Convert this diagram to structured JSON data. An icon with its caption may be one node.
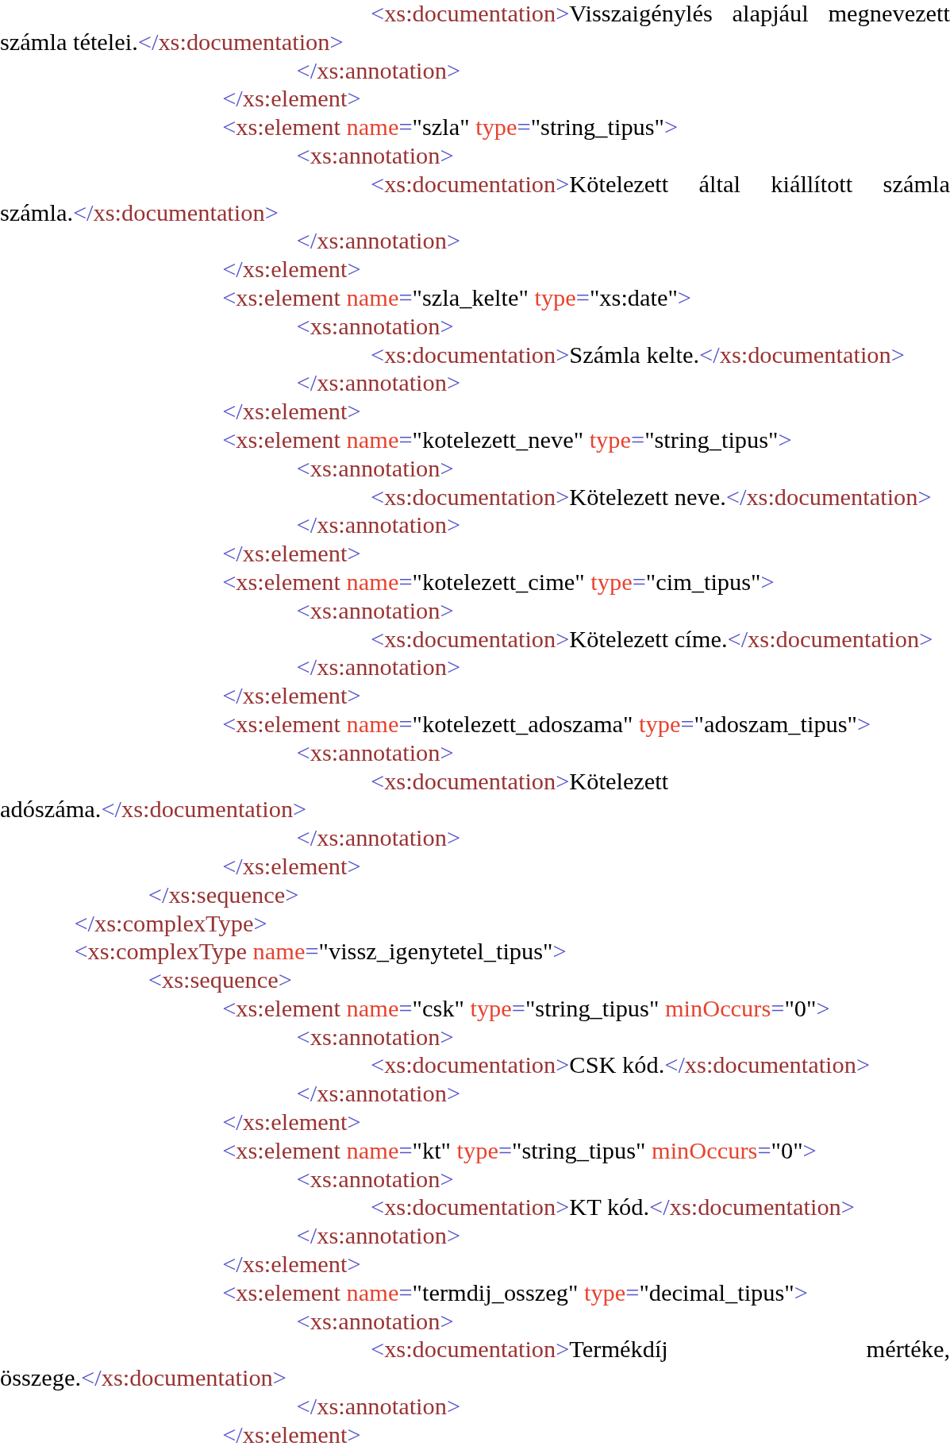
{
  "diagram": {
    "labels": [
      "<xs:documentation>Visszaigénylés alapjául megnevezett",
      "számla tételei.</xs:documentation>",
      "</xs:annotation>",
      "</xs:element>",
      "<xs:element name=\"szla\" type=\"string_tipus\">",
      "<xs:annotation>",
      "<xs:documentation>Kötelezett által kiállított számla",
      "számla.</xs:documentation>",
      "</xs:annotation>",
      "</xs:element>",
      "<xs:element name=\"szla_kelte\" type=\"xs:date\">",
      "<xs:annotation>",
      "<xs:documentation>Számla kelte.</xs:documentation>",
      "</xs:annotation>",
      "</xs:element>",
      "<xs:element name=\"kotelezett_neve\" type=\"string_tipus\">",
      "<xs:annotation>",
      "<xs:documentation>Kötelezett neve.</xs:documentation>",
      "</xs:annotation>",
      "</xs:element>",
      "<xs:element name=\"kotelezett_cime\" type=\"cim_tipus\">",
      "<xs:annotation>",
      "<xs:documentation>Kötelezett címe.</xs:documentation>",
      "</xs:annotation>",
      "</xs:element>",
      "<xs:element name=\"kotelezett_adoszama\" type=\"adoszam_tipus\">",
      "<xs:annotation>",
      "<xs:documentation>Kötelezett",
      "adószáma.</xs:documentation>",
      "</xs:annotation>",
      "</xs:element>",
      "</xs:sequence>",
      "</xs:complexType>",
      "<xs:complexType name=\"vissz_igenytetel_tipus\">",
      "<xs:sequence>",
      "<xs:element name=\"csk\" type=\"string_tipus\" minOccurs=\"0\">",
      "<xs:annotation>",
      "<xs:documentation>CSK kód.</xs:documentation>",
      "</xs:annotation>",
      "</xs:element>",
      "<xs:element name=\"kt\" type=\"string_tipus\" minOccurs=\"0\">",
      "<xs:annotation>",
      "<xs:documentation>KT kód.</xs:documentation>",
      "</xs:annotation>",
      "</xs:element>",
      "<xs:element name=\"termdij_osszeg\" type=\"decimal_tipus\">",
      "<xs:annotation>",
      "<xs:documentation>Termékdíj mértéke,",
      "összege.</xs:documentation>",
      "</xs:annotation>",
      "</xs:element>"
    ]
  }
}
